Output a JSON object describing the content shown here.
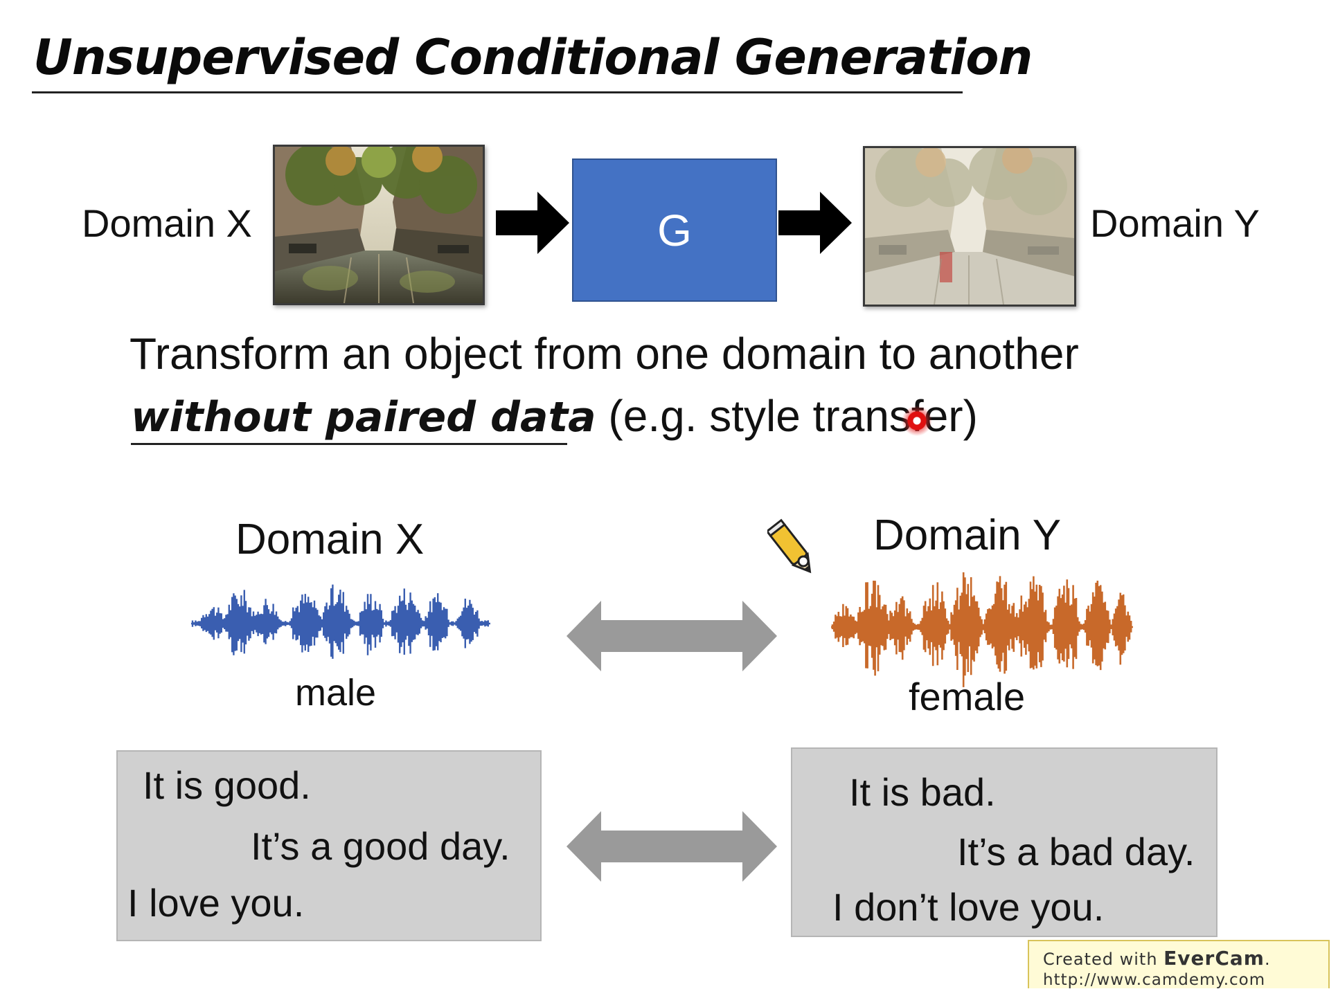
{
  "slide": {
    "title": "Unsupervised Conditional Generation",
    "pipeline": {
      "input_label": "Domain X",
      "generator_label": "G",
      "output_label": "Domain Y"
    },
    "description": {
      "line1": "Transform an object from one domain to another",
      "emphasis": "without paired data",
      "rest": "(e.g. style transfer)"
    },
    "audio": {
      "left_domain": "Domain X",
      "left_caption": "male",
      "right_domain": "Domain Y",
      "right_caption": "female",
      "left_color": "#3a5eb0",
      "right_color": "#c8692a"
    },
    "text_left": [
      "It is good.",
      "It’s a good day.",
      "I love you."
    ],
    "text_right": [
      "It is bad.",
      "It’s a bad day.",
      "I don’t love you."
    ],
    "arrow_color": "#9a9a9a",
    "generator_color": "#4472c4"
  },
  "watermark": {
    "prefix": "Created with ",
    "brand": "EverCam",
    "suffix": ".",
    "url": "http://www.camdemy.com"
  }
}
